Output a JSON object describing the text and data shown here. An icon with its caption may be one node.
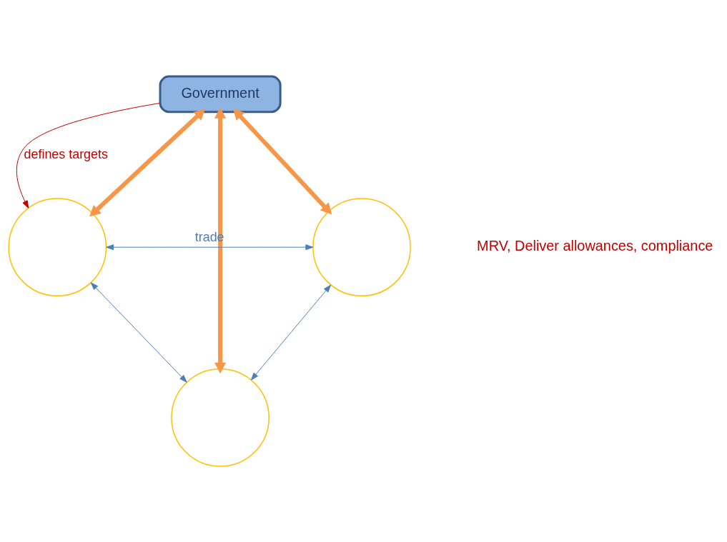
{
  "diagram": {
    "nodes": [
      {
        "text": [
          "Government"
        ]
      },
      {
        "text": [],
        "shape": "circle"
      },
      {
        "text": [],
        "shape": "circle"
      },
      {
        "text": [],
        "shape": "circle"
      }
    ],
    "edges": [
      {
        "from": 0,
        "to": 1,
        "arrow": "to",
        "label": "defines targets",
        "color": "#c00000"
      },
      {
        "from": 0,
        "to": 1,
        "arrow": "both",
        "style": "thick",
        "color": "#f79646"
      },
      {
        "from": 0,
        "to": 2,
        "arrow": "both",
        "style": "thick",
        "color": "#f79646"
      },
      {
        "from": 0,
        "to": 3,
        "arrow": "both",
        "style": "thick",
        "color": "#f79646"
      },
      {
        "from": 1,
        "to": 2,
        "arrow": "both",
        "color": "#4a7ebb"
      },
      {
        "from": 2,
        "to": 3,
        "arrow": "both",
        "color": "#4a7ebb"
      },
      {
        "from": 1,
        "to": 3,
        "arrow": "both",
        "label": "trade",
        "color": "#4a7ebb"
      }
    ],
    "labels": [
      "MRV, Deliver allowances, compliance"
    ]
  }
}
